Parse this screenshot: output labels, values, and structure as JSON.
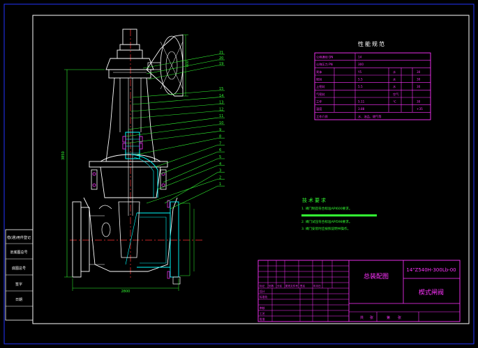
{
  "perf_table": {
    "title": "性能规范",
    "rows": [
      {
        "label": "公称通径 DN",
        "value": "14"
      },
      {
        "label": "公称压力 PN",
        "value": "300"
      },
      {
        "label": "壳体",
        "col1": "Y5",
        "col2": "水",
        "col3": "30"
      },
      {
        "label": "密封",
        "col1": "5.5",
        "col2": "水",
        "col3": "30"
      },
      {
        "label": "上密封",
        "col1": "5.5",
        "col2": "水",
        "col3": "30"
      },
      {
        "label": "气密封",
        "col1": "",
        "col2": "空气",
        "col3": ""
      },
      {
        "label": "工作",
        "col1": "5.11",
        "col2": "℃",
        "col3": "30"
      },
      {
        "label": "温度",
        "col1": "3.88",
        "col2": "",
        "col3": "+35"
      },
      {
        "label": "工作介质",
        "value": "水、油品、燃气等"
      }
    ]
  },
  "tech": {
    "title": "技术要求",
    "items": [
      "1. 阀门制造符合标准API600要求。",
      "2. 阀门试压符合标准API598要求。",
      "3. 阀门安装时应按照说明书操作。"
    ]
  },
  "title_block": {
    "drawing_name": "总装配图",
    "model": "14\"Z540H-300Lb-00",
    "product": "楔式闸阀",
    "labels": [
      "标记",
      "处数",
      "分区",
      "更改文件号",
      "签名",
      "年月日",
      "设计",
      "标准化",
      "审核",
      "工艺",
      "批准"
    ],
    "bottom": [
      "共",
      "张",
      "第",
      "张"
    ]
  },
  "left_block": {
    "labels": [
      "借(通)用件登记",
      "旧底图总号",
      "底图总号",
      "签字",
      "日期"
    ]
  },
  "part_numbers_left": [
    "21",
    "20",
    "19"
  ],
  "part_numbers": [
    "15",
    "14",
    "13",
    "12",
    "11",
    "10",
    "9",
    "8",
    "7",
    "6",
    "5",
    "4",
    "3",
    "2",
    "1"
  ],
  "dimensions": {
    "height": "3850",
    "width": "2800",
    "handwheel": "600"
  }
}
